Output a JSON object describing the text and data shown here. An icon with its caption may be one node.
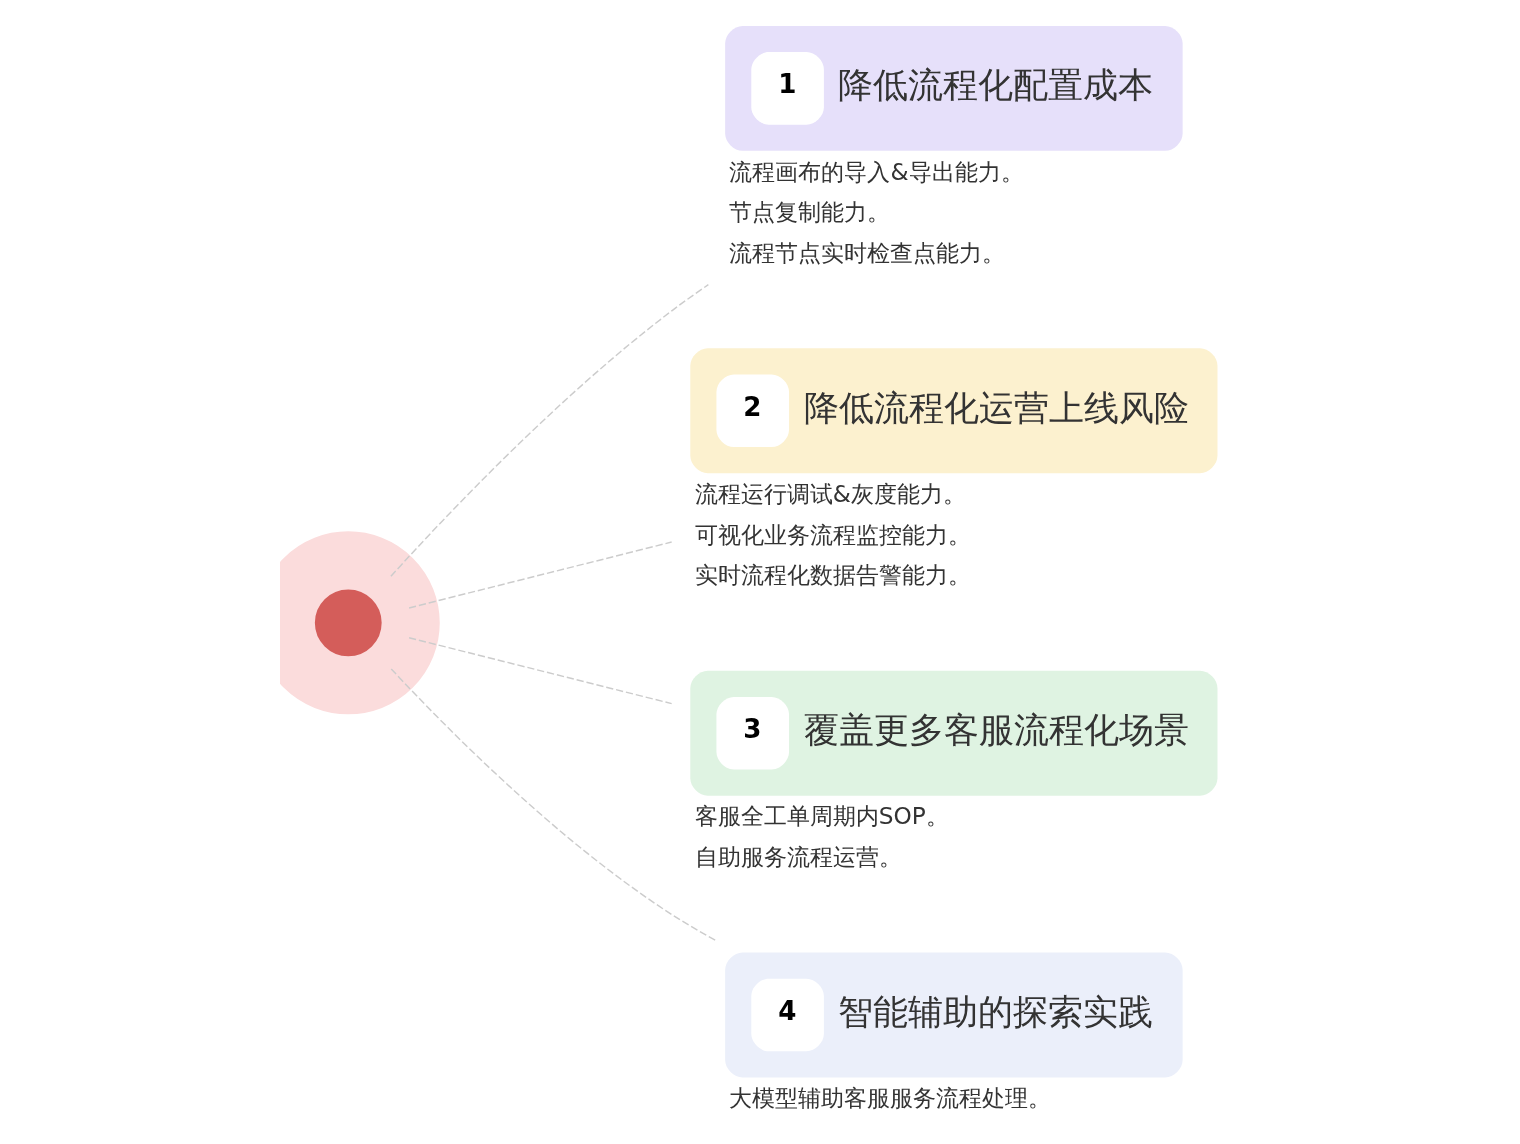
{
  "diagram": {
    "nodes": [
      {
        "text": [],
        "shape": "circle"
      },
      {
        "text": [
          "1",
          "降低流程化配置成本"
        ],
        "beside": [
          "流程画布的导入&导出能力。",
          "节点复制能力。",
          "流程节点实时检查点能力。"
        ]
      },
      {
        "text": [
          "2",
          "降低流程化运营上线风险"
        ],
        "beside": [
          "流程运行调试&灰度能力。",
          "可视化业务流程监控能力。",
          "实时流程化数据告警能力。"
        ]
      },
      {
        "text": [
          "3",
          "覆盖更多客服流程化场景"
        ],
        "beside": [
          "客服全工单周期内SOP。",
          "自助服务流程运营。"
        ]
      },
      {
        "text": [
          "4",
          "智能辅助的探索实践"
        ],
        "beside": [
          "大模型辅助客服服务流程处理。"
        ]
      }
    ],
    "edges": [
      {
        "from": 0,
        "to": 1,
        "arrow": "none",
        "style": "dashed"
      },
      {
        "from": 0,
        "to": 2,
        "arrow": "none",
        "style": "dashed"
      },
      {
        "from": 0,
        "to": 3,
        "arrow": "none",
        "style": "dashed"
      },
      {
        "from": 0,
        "to": 4,
        "arrow": "none",
        "style": "dashed"
      }
    ]
  }
}
